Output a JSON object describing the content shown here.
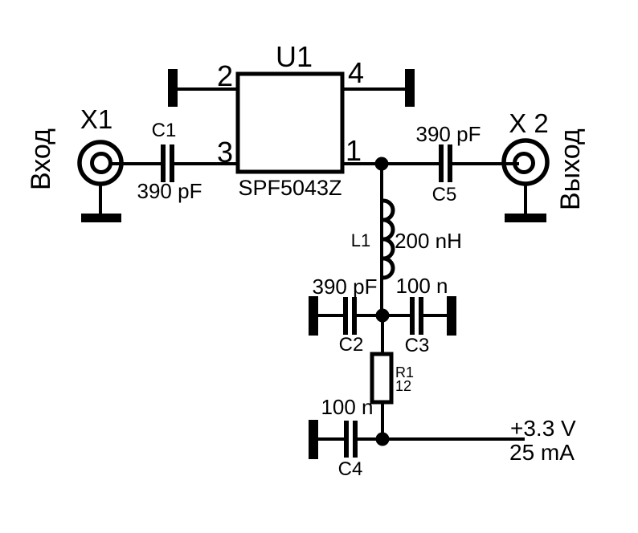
{
  "diagram": {
    "type": "circuit-schematic",
    "description_visible_only": "RF amplifier stage schematic",
    "colors": {
      "line": "#000000",
      "background": "#ffffff"
    }
  },
  "ic": {
    "ref": "U1",
    "part": "SPF5043Z",
    "pins": {
      "p1": "1",
      "p2": "2",
      "p3": "3",
      "p4": "4"
    }
  },
  "connectors": {
    "input": {
      "ref": "X1",
      "label": "Вход"
    },
    "output": {
      "ref": "X 2",
      "label": "Выход"
    }
  },
  "capacitors": {
    "c1": {
      "ref": "C1",
      "value": "390 pF"
    },
    "c2": {
      "ref": "C2",
      "value": "390 pF"
    },
    "c3": {
      "ref": "C3",
      "value": "100 n"
    },
    "c4": {
      "ref": "C4",
      "value": "100 n"
    },
    "c5": {
      "ref": "C5",
      "value": "390 pF"
    }
  },
  "inductor": {
    "ref": "L1",
    "value": "200 nH"
  },
  "resistor": {
    "ref": "R1",
    "value": "12"
  },
  "supply": {
    "voltage": "+3.3 V",
    "current": "25 mA"
  }
}
